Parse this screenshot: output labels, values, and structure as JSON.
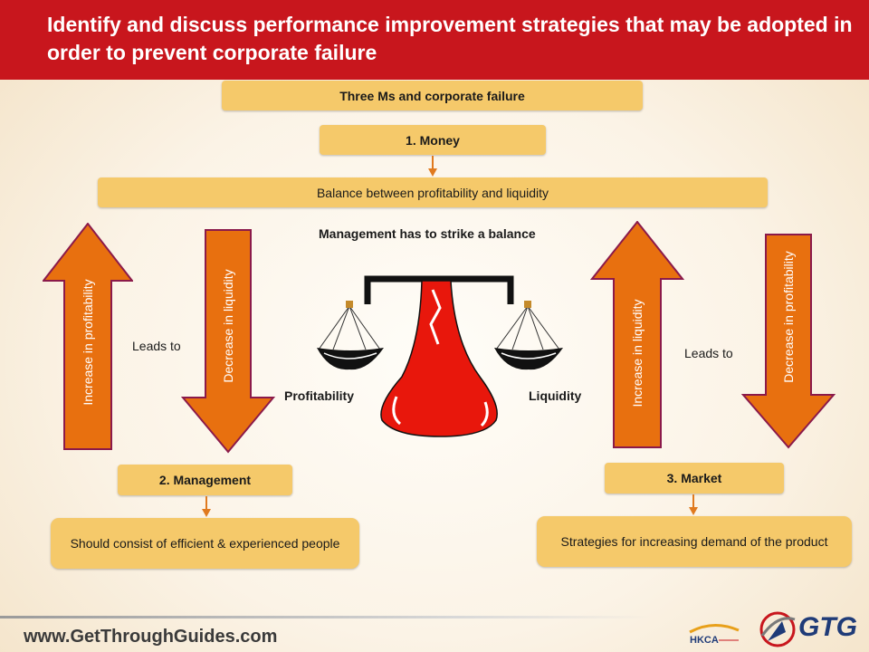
{
  "header": {
    "title": "Identify and discuss performance improvement strategies that may be adopted in order to prevent corporate failure"
  },
  "diagram": {
    "main_title": "Three Ms and corporate failure",
    "money": {
      "title": "1. Money",
      "detail": "Balance between profitability and liquidity",
      "note": "Management has to strike a balance"
    },
    "left_arrows": {
      "up": "Increase in profitability",
      "down": "Decrease in liquidity",
      "leads_to": "Leads to"
    },
    "right_arrows": {
      "up": "Increase in liquidity",
      "down": "Decrease in profitability",
      "leads_to": "Leads to"
    },
    "scale": {
      "left_pan": "Profitability",
      "right_pan": "Liquidity"
    },
    "management": {
      "title": "2. Management",
      "detail": "Should consist of efficient & experienced people"
    },
    "market": {
      "title": "3. Market",
      "detail": "Strategies for increasing demand of the product"
    }
  },
  "footer": {
    "url": "www.GetThroughGuides.com",
    "hkca_logo": "HKCA",
    "gtg_logo": "GTG"
  },
  "colors": {
    "header_red": "#c8161d",
    "box_fill": "#f5c96a",
    "arrow_fill": "#e8700f",
    "arrow_border": "#8b1a4a",
    "scale_red": "#e8170c"
  }
}
